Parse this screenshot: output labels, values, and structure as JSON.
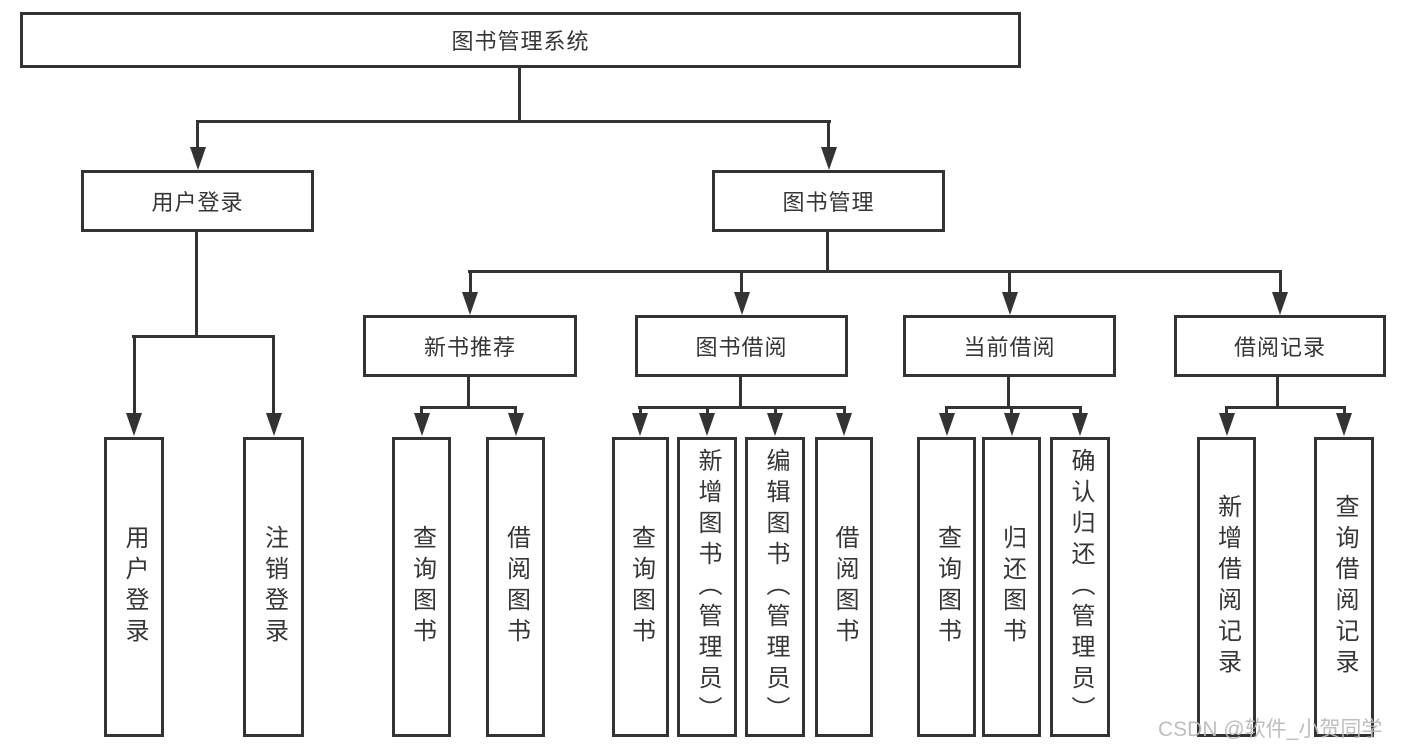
{
  "diagram": {
    "title": "图书管理系统",
    "branches": [
      {
        "label": "用户登录",
        "children": [
          {
            "label": "用户登录"
          },
          {
            "label": "注销登录"
          }
        ]
      },
      {
        "label": "图书管理",
        "children": [
          {
            "label": "新书推荐",
            "children": [
              {
                "label": "查询图书"
              },
              {
                "label": "借阅图书"
              }
            ]
          },
          {
            "label": "图书借阅",
            "children": [
              {
                "label": "查询图书"
              },
              {
                "label": "新增图书（管理员）"
              },
              {
                "label": "编辑图书（管理员）"
              },
              {
                "label": "借阅图书"
              }
            ]
          },
          {
            "label": "当前借阅",
            "children": [
              {
                "label": "查询图书"
              },
              {
                "label": "归还图书"
              },
              {
                "label": "确认归还（管理员）"
              }
            ]
          },
          {
            "label": "借阅记录",
            "children": [
              {
                "label": "新增借阅记录"
              },
              {
                "label": "查询借阅记录"
              }
            ]
          }
        ]
      }
    ]
  },
  "watermark": {
    "text": "CSDN @软件_小贺同学"
  },
  "colors": {
    "line": "#333333",
    "text": "#363636",
    "background": "#ffffff",
    "watermark": "#bbbbbb"
  }
}
